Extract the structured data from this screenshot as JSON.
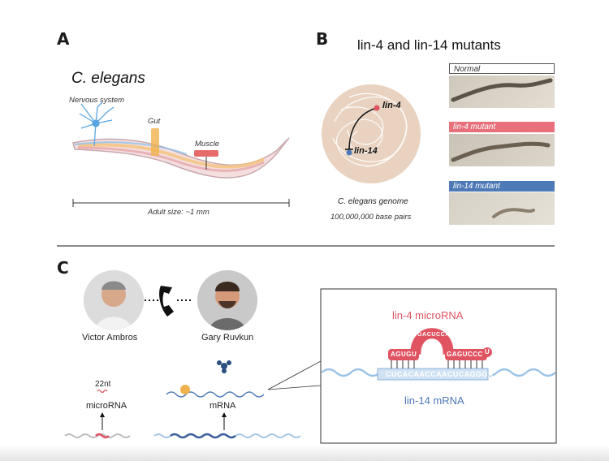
{
  "panels": {
    "a": "A",
    "b": "B",
    "c": "C"
  },
  "panel_a": {
    "species": "C. elegans",
    "nervous_system": "Nervous system",
    "gut": "Gut",
    "muscle": "Muscle",
    "adult_size": "Adult size: ~1 mm"
  },
  "panel_b": {
    "title": "lin-4 and lin-14 mutants",
    "gene_lin4": "lin-4",
    "gene_lin14": "lin-14",
    "genome_label": "C. elegans genome",
    "genome_size": "100,000,000 base pairs",
    "photo_normal": "Normal",
    "photo_lin4": "lin-4 mutant",
    "photo_lin14": "lin-14 mutant"
  },
  "panel_c": {
    "scientist_1": "Victor Ambros",
    "scientist_2": "Gary Ruvkun",
    "nt_label": "22nt",
    "microrna_label": "microRNA",
    "mrna_label": "mRNA",
    "gene_lin4": "lin-4",
    "gene_lin14": "lin-14",
    "inset_microrna": "lin-4 microRNA",
    "inset_mrna": "lin-14 mRNA",
    "mirna_left": "AGUGU",
    "mirna_right": "GAGUCCC",
    "mirna_end": "U",
    "mirna_loop": "GACUCCA",
    "mrna_seq": "CUCACAACCAACUCAGGGA"
  },
  "colors": {
    "red": "#e05462",
    "blue": "#4d79b6",
    "light_blue": "#9cc3e6",
    "genome_bg": "#e9d3c0"
  }
}
